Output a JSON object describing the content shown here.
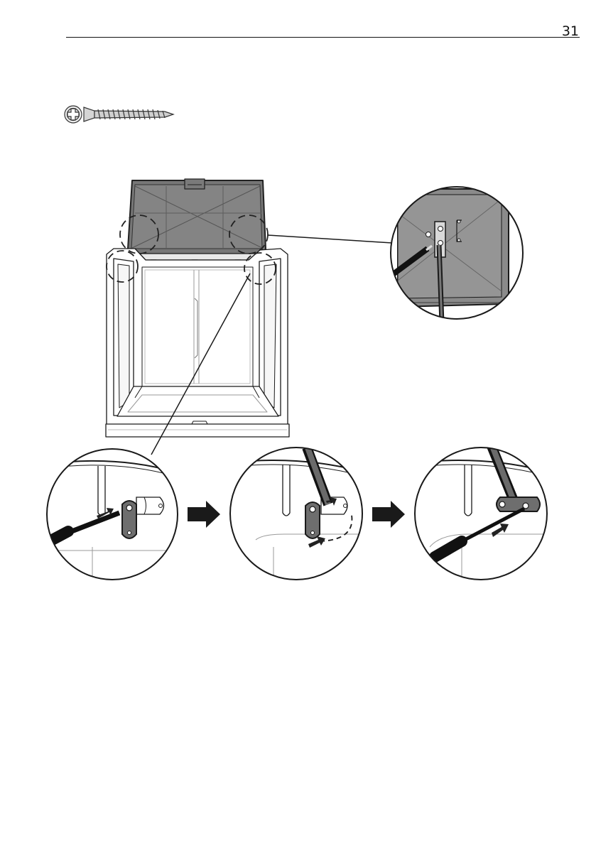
{
  "page": {
    "number": "31"
  },
  "hardware": {
    "screw_icon": "phillips-countersunk-screw-icon"
  },
  "figure": {
    "main_view": "storage-box-open-lid",
    "callouts": [
      "upper-right-hinge-detail",
      "step-1-insert-screwdriver",
      "step-2-rotate-latch",
      "step-3-tighten-screw"
    ],
    "colors": {
      "lid": "#767676",
      "latch": "#6e6e6e",
      "line": "#1a1a1a",
      "panel_edge": "#bdbdbd"
    }
  }
}
